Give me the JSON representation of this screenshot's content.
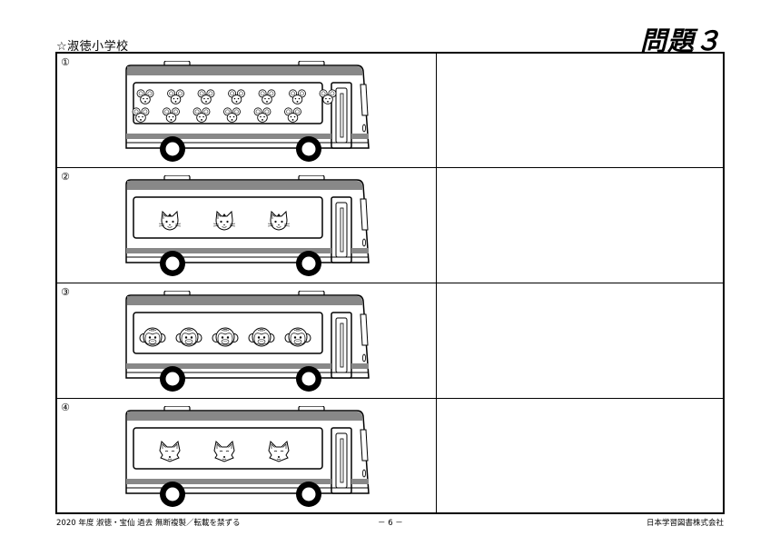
{
  "header": {
    "school": "☆淑徳小学校",
    "problem": "問題３"
  },
  "rows": [
    {
      "number": "①",
      "animal": "mouse",
      "count": 13
    },
    {
      "number": "②",
      "animal": "cat",
      "count": 3
    },
    {
      "number": "③",
      "animal": "monkey",
      "count": 5
    },
    {
      "number": "④",
      "animal": "fox",
      "count": 3
    }
  ],
  "footer": {
    "left": "2020 年度  淑徳・宝仙  過去  無断複製／転載を禁ずる",
    "center": "－ 6 －",
    "right": "日本学習図書株式会社"
  }
}
